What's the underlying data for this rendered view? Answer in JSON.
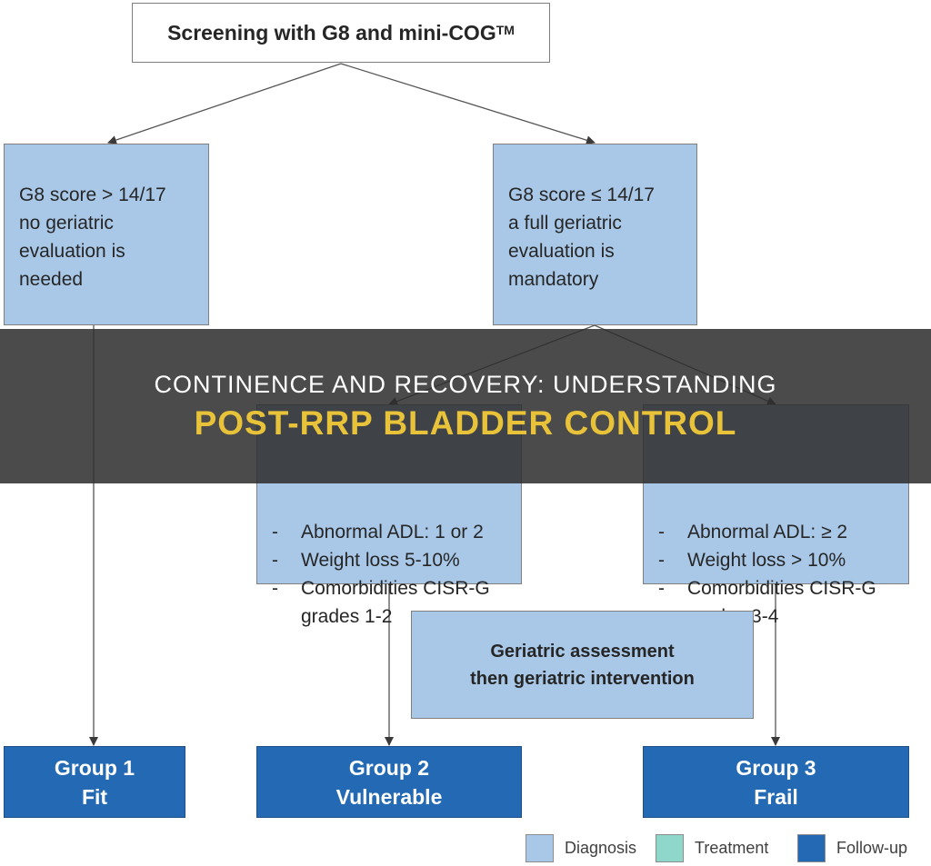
{
  "flowchart": {
    "top": {
      "title": "Screening with G8 and mini-COG",
      "title_sup": "TM"
    },
    "left_criteria": {
      "lines": [
        "G8 score > 14/17",
        "no geriatric",
        "evaluation is",
        "needed"
      ]
    },
    "right_criteria": {
      "lines": [
        "G8 score ≤ 14/17",
        "a full geriatric",
        "evaluation is",
        "mandatory"
      ]
    },
    "vulnerable_criteria": {
      "items": [
        {
          "dash": "-",
          "text": "Abnormal ADL: 1 or 2"
        },
        {
          "dash": "-",
          "text": "Weight loss 5-10%"
        },
        {
          "dash": "-",
          "text": "Comorbidities CISR-G"
        },
        {
          "dash": "",
          "text": "grades 1-2"
        }
      ]
    },
    "frail_criteria": {
      "items": [
        {
          "dash": "-",
          "text": "Abnormal ADL: ≥ 2"
        },
        {
          "dash": "-",
          "text": "Weight loss > 10%"
        },
        {
          "dash": "-",
          "text": "Comorbidities CISR-G"
        },
        {
          "dash": "",
          "text": "grades 3-4"
        }
      ]
    },
    "assessment": {
      "line1": "Geriatric assessment",
      "line2": "then geriatric intervention"
    },
    "groups": [
      {
        "name": "Group 1",
        "label": "Fit"
      },
      {
        "name": "Group 2",
        "label": "Vulnerable"
      },
      {
        "name": "Group 3",
        "label": "Frail"
      }
    ]
  },
  "legend": [
    {
      "label": "Diagnosis",
      "color": "#a9c8e8"
    },
    {
      "label": "Treatment",
      "color": "#8fd6cb"
    },
    {
      "label": "Follow-up",
      "color": "#2369b3"
    }
  ],
  "banner": {
    "subtitle": "CONTINENCE AND RECOVERY: UNDERSTANDING",
    "title": "POST-RRP BLADDER CONTROL"
  }
}
